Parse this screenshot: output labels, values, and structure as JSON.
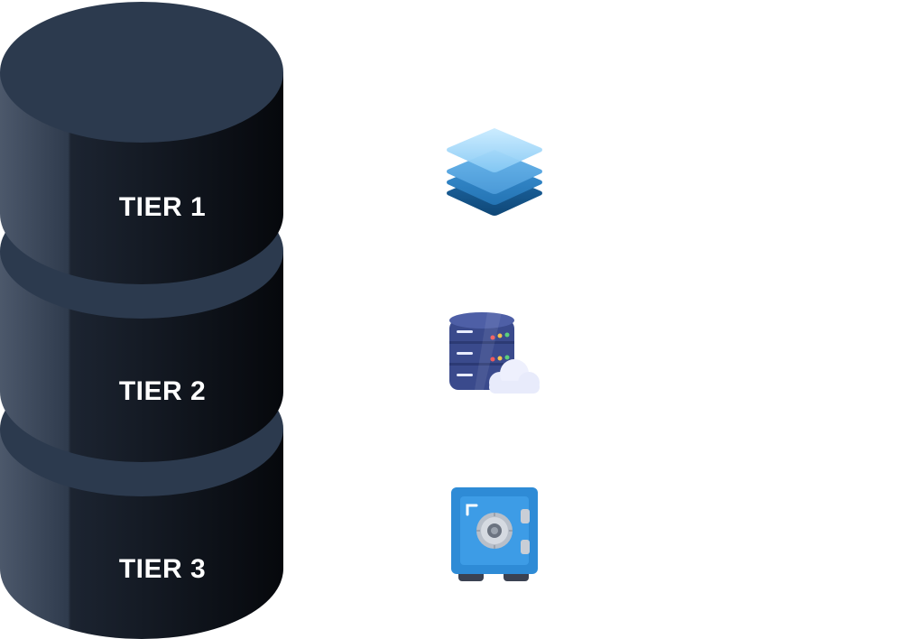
{
  "tiers": [
    {
      "label": "TIER 1",
      "icon": "layers-icon"
    },
    {
      "label": "TIER 2",
      "icon": "cloud-server-icon"
    },
    {
      "label": "TIER 3",
      "icon": "safe-vault-icon"
    }
  ],
  "colors": {
    "cylinder_top": "#2c3a4e",
    "cylinder_side_dark": "#1b2230",
    "cylinder_side_light": "#4a5668",
    "label_text": "#ffffff",
    "background": "#ffffff"
  }
}
